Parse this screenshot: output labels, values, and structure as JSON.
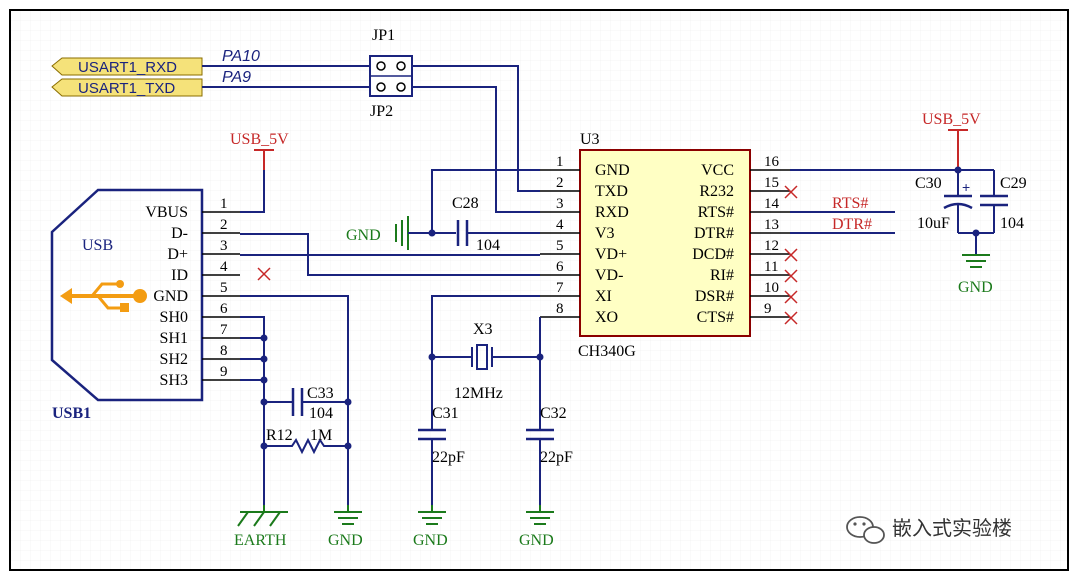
{
  "ports": {
    "rxd": "USART1_RXD",
    "txd": "USART1_TXD"
  },
  "nets": {
    "pa10": "PA10",
    "pa9": "PA9",
    "rts": "RTS#",
    "dtr": "DTR#"
  },
  "jumpers": {
    "jp1": "JP1",
    "jp2": "JP2"
  },
  "power": {
    "usb5v_a": "USB_5V",
    "usb5v_b": "USB_5V",
    "gnd": "GND",
    "earth": "EARTH"
  },
  "ic": {
    "ref": "U3",
    "part": "CH340G",
    "left_pins": [
      {
        "num": "1",
        "name": "GND"
      },
      {
        "num": "2",
        "name": "TXD"
      },
      {
        "num": "3",
        "name": "RXD"
      },
      {
        "num": "4",
        "name": "V3"
      },
      {
        "num": "5",
        "name": "VD+"
      },
      {
        "num": "6",
        "name": "VD-"
      },
      {
        "num": "7",
        "name": "XI"
      },
      {
        "num": "8",
        "name": "XO"
      }
    ],
    "right_pins": [
      {
        "num": "16",
        "name": "VCC"
      },
      {
        "num": "15",
        "name": "R232"
      },
      {
        "num": "14",
        "name": "RTS#"
      },
      {
        "num": "13",
        "name": "DTR#"
      },
      {
        "num": "12",
        "name": "DCD#"
      },
      {
        "num": "11",
        "name": "RI#"
      },
      {
        "num": "10",
        "name": "DSR#"
      },
      {
        "num": "9",
        "name": "CTS#"
      }
    ]
  },
  "usb": {
    "ref": "USB1",
    "label": "USB",
    "pins": [
      {
        "num": "1",
        "name": "VBUS"
      },
      {
        "num": "2",
        "name": "D-"
      },
      {
        "num": "3",
        "name": "D+"
      },
      {
        "num": "4",
        "name": "ID"
      },
      {
        "num": "5",
        "name": "GND"
      },
      {
        "num": "6",
        "name": "SH0"
      },
      {
        "num": "7",
        "name": "SH1"
      },
      {
        "num": "8",
        "name": "SH2"
      },
      {
        "num": "9",
        "name": "SH3"
      }
    ]
  },
  "components": {
    "c28": {
      "ref": "C28",
      "value": "104"
    },
    "c29": {
      "ref": "C29",
      "value": "104"
    },
    "c30": {
      "ref": "C30",
      "value": "10uF"
    },
    "c31": {
      "ref": "C31",
      "value": "22pF"
    },
    "c32": {
      "ref": "C32",
      "value": "22pF"
    },
    "c33": {
      "ref": "C33",
      "value": "104"
    },
    "r12": {
      "ref": "R12",
      "value": "1M"
    },
    "x3": {
      "ref": "X3",
      "value": "12MHz"
    }
  },
  "watermark": "嵌入式实验楼",
  "colors": {
    "wire": "#1a237e",
    "power": "#c62828",
    "ground": "#1b7a1b",
    "ic_fill": "#ffffc4",
    "port_fill": "#f5e27a"
  }
}
